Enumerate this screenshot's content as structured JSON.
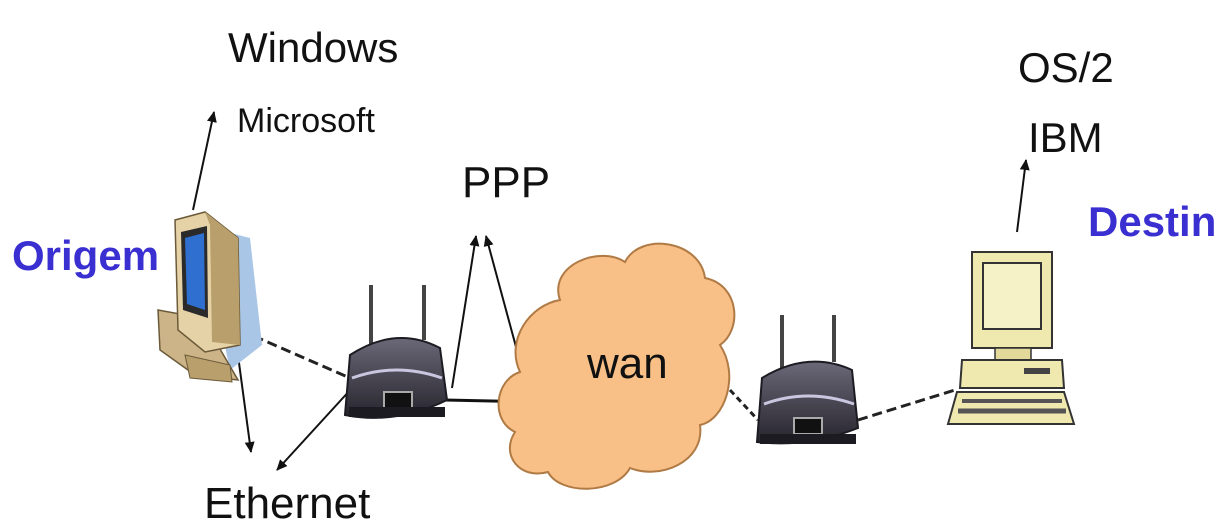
{
  "labels": {
    "origin": "Origem",
    "destination": "Destino",
    "windows": "Windows",
    "microsoft": "Microsoft",
    "os2": "OS/2",
    "ibm": "IBM",
    "ppp": "PPP",
    "wan": "wan",
    "ethernet": "Ethernet"
  },
  "colors": {
    "accent_label": "#3a2fd0",
    "text": "#111111",
    "cloud_fill": "#f8bf86",
    "cloud_stroke": "#b07a45",
    "router_body": "#3d3a45",
    "monitor_screen": "#2f6fd0",
    "tower": "#d8c49a",
    "terminal": "#efe9b0"
  },
  "icons": [
    "desktop-computer-icon",
    "router-icon",
    "cloud-icon",
    "terminal-computer-icon"
  ]
}
